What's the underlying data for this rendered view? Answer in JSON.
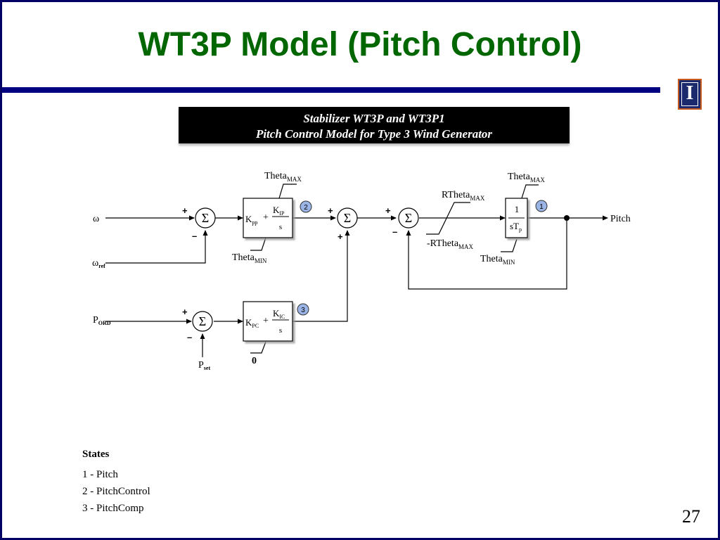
{
  "slide": {
    "title": "WT3P Model (Pitch Control)",
    "number": "27",
    "logo_letter": "I"
  },
  "banner": {
    "line1": "Stabilizer WT3P and WT3P1",
    "line2": "Pitch Control Model for Type 3 Wind Generator"
  },
  "diagram": {
    "inputs": {
      "omega": "ω",
      "omega_ref": "ω",
      "omega_ref_sub": "ref",
      "pord": "P",
      "pord_sub": "ORD",
      "pset": "P",
      "pset_sub": "set"
    },
    "output": "Pitch",
    "signs": {
      "plus": "+",
      "minus": "–"
    },
    "sum_symbol": "Σ",
    "block_pi": {
      "kpp": "K",
      "kpp_sub": "pp",
      "plus": "+",
      "kip": "K",
      "kip_sub": "IP",
      "den": "s"
    },
    "block_pc": {
      "kpc": "K",
      "kpc_sub": "PC",
      "plus": "+",
      "kic": "K",
      "kic_sub": "IC",
      "den": "s"
    },
    "block_lag": {
      "num": "1",
      "den": "sT",
      "den_sub": "p"
    },
    "limits": {
      "theta": "Theta",
      "max": "MAX",
      "min": "MIN",
      "rtheta": "RTheta",
      "neg_rtheta": "-RTheta",
      "zero": "0"
    },
    "state_badges": [
      "1",
      "2",
      "3"
    ]
  },
  "states": {
    "heading": "States",
    "items": [
      "1 - Pitch",
      "2 - PitchControl",
      "3 - PitchComp"
    ]
  },
  "colors": {
    "title": "#006600",
    "frame": "#000066",
    "badge_fill": "#9ab4e6"
  }
}
